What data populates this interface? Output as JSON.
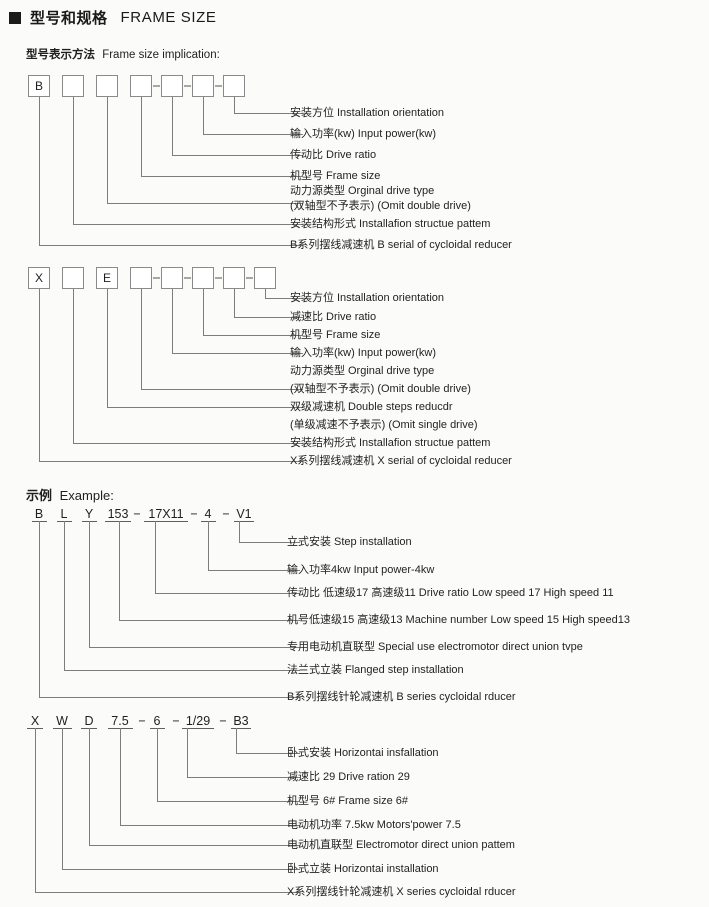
{
  "heading": {
    "bullet": "black-square-bullet",
    "cn": "型号和规格",
    "en": "FRAME SIZE"
  },
  "section_frame_size": {
    "sub_heading": {
      "cn": "型号表示方法",
      "en": "Frame size implication:"
    },
    "diagram_b": {
      "boxes": [
        "B",
        "",
        "",
        "",
        "",
        "",
        ""
      ],
      "labels": [
        {
          "cn": "安装方位",
          "en": "Installation  orientation"
        },
        {
          "cn": "输入功率(kw)",
          "en": "Input power(kw)"
        },
        {
          "cn": "传动比",
          "en": "Drive ratio"
        },
        {
          "cn": "机型号",
          "en": "Frame size"
        },
        {
          "cn": "动力源类型",
          "en": "Orginal drive type"
        },
        {
          "cn": "(双轴型不予表示)",
          "en": "(Omit double drive)"
        },
        {
          "cn": "安装结构形式",
          "en": "Installafion structue pattem"
        },
        {
          "cn": "B系列摆线减速机",
          "en": "B serial of cycloidal reducer"
        }
      ]
    },
    "diagram_x": {
      "boxes": [
        "X",
        "",
        "E",
        "",
        "",
        "",
        "",
        ""
      ],
      "labels": [
        {
          "cn": "安装方位",
          "en": "Installation  orientation"
        },
        {
          "cn": "减速比",
          "en": "Drive ratio"
        },
        {
          "cn": "机型号",
          "en": "Frame size"
        },
        {
          "cn": "输入功率(kw)",
          "en": "Input power(kw)"
        },
        {
          "cn": "动力源类型",
          "en": "Orginal drive type"
        },
        {
          "cn": "(双轴型不予表示)",
          "en": "(Omit double drive)"
        },
        {
          "cn": "双级减速机",
          "en": "Double steps reducdr"
        },
        {
          "cn": "(单级减速不予表示)",
          "en": "(Omit single drive)"
        },
        {
          "cn": "安装结构形式",
          "en": "Installafion structue pattem"
        },
        {
          "cn": "X系列摆线减速机",
          "en": "X serial of cycloidal reducer"
        }
      ]
    }
  },
  "section_example": {
    "heading": {
      "cn": "示例",
      "en": "Example:"
    },
    "example_b": {
      "code_segments": [
        "B",
        "L",
        "Y",
        "153",
        "17X11",
        "4",
        "V1"
      ],
      "separators": [
        "",
        "",
        "",
        "−",
        "−",
        "−"
      ],
      "full_code": "B L Y 153−17X11− 4 − V1",
      "labels": [
        {
          "cn": "立式安装",
          "en": "Step installation"
        },
        {
          "cn": "输入功率4kw",
          "en": "Input power-4kw"
        },
        {
          "cn": "传动比 低速级17 高速级11",
          "en": "Drive ratio Low speed 17 High speed 11"
        },
        {
          "cn": "机号低速级15 高速级13",
          "en": "Machine number Low speed 15 High speed13"
        },
        {
          "cn": "专用电动机直联型",
          "en": "Special use electromotor direct union tvpe"
        },
        {
          "cn": "法兰式立装",
          "en": "Flanged step installation"
        },
        {
          "cn": "B系列摆线针轮减速机",
          "en": "B series cycloidal rducer"
        }
      ]
    },
    "example_x": {
      "code_segments": [
        "X",
        "W",
        "D",
        "7.5",
        "6",
        "1/29",
        "B3"
      ],
      "separators": [
        "",
        "",
        "",
        "−",
        "−",
        "−"
      ],
      "full_code": "X W D 7.5 − 6 −1/29 − B3",
      "labels": [
        {
          "cn": "卧式安装",
          "en": "Horizontai insfallation"
        },
        {
          "cn": "减速比 29",
          "en": "Drive ration 29"
        },
        {
          "cn": "机型号 6#",
          "en": "Frame size 6#"
        },
        {
          "cn": "电动机功率  7.5kw",
          "en": "Motors'power 7.5"
        },
        {
          "cn": "电动机直联型",
          "en": "Electromotor direct union pattem"
        },
        {
          "cn": "卧式立装",
          "en": "Horizontai installation"
        },
        {
          "cn": "X系列摆线针轮减速机",
          "en": "X series cycloidal rducer"
        }
      ]
    }
  },
  "colors": {
    "background": "#fbfbfa",
    "text": "#232323",
    "line": "#7d7d7d",
    "box_border": "#8a8a8a"
  }
}
